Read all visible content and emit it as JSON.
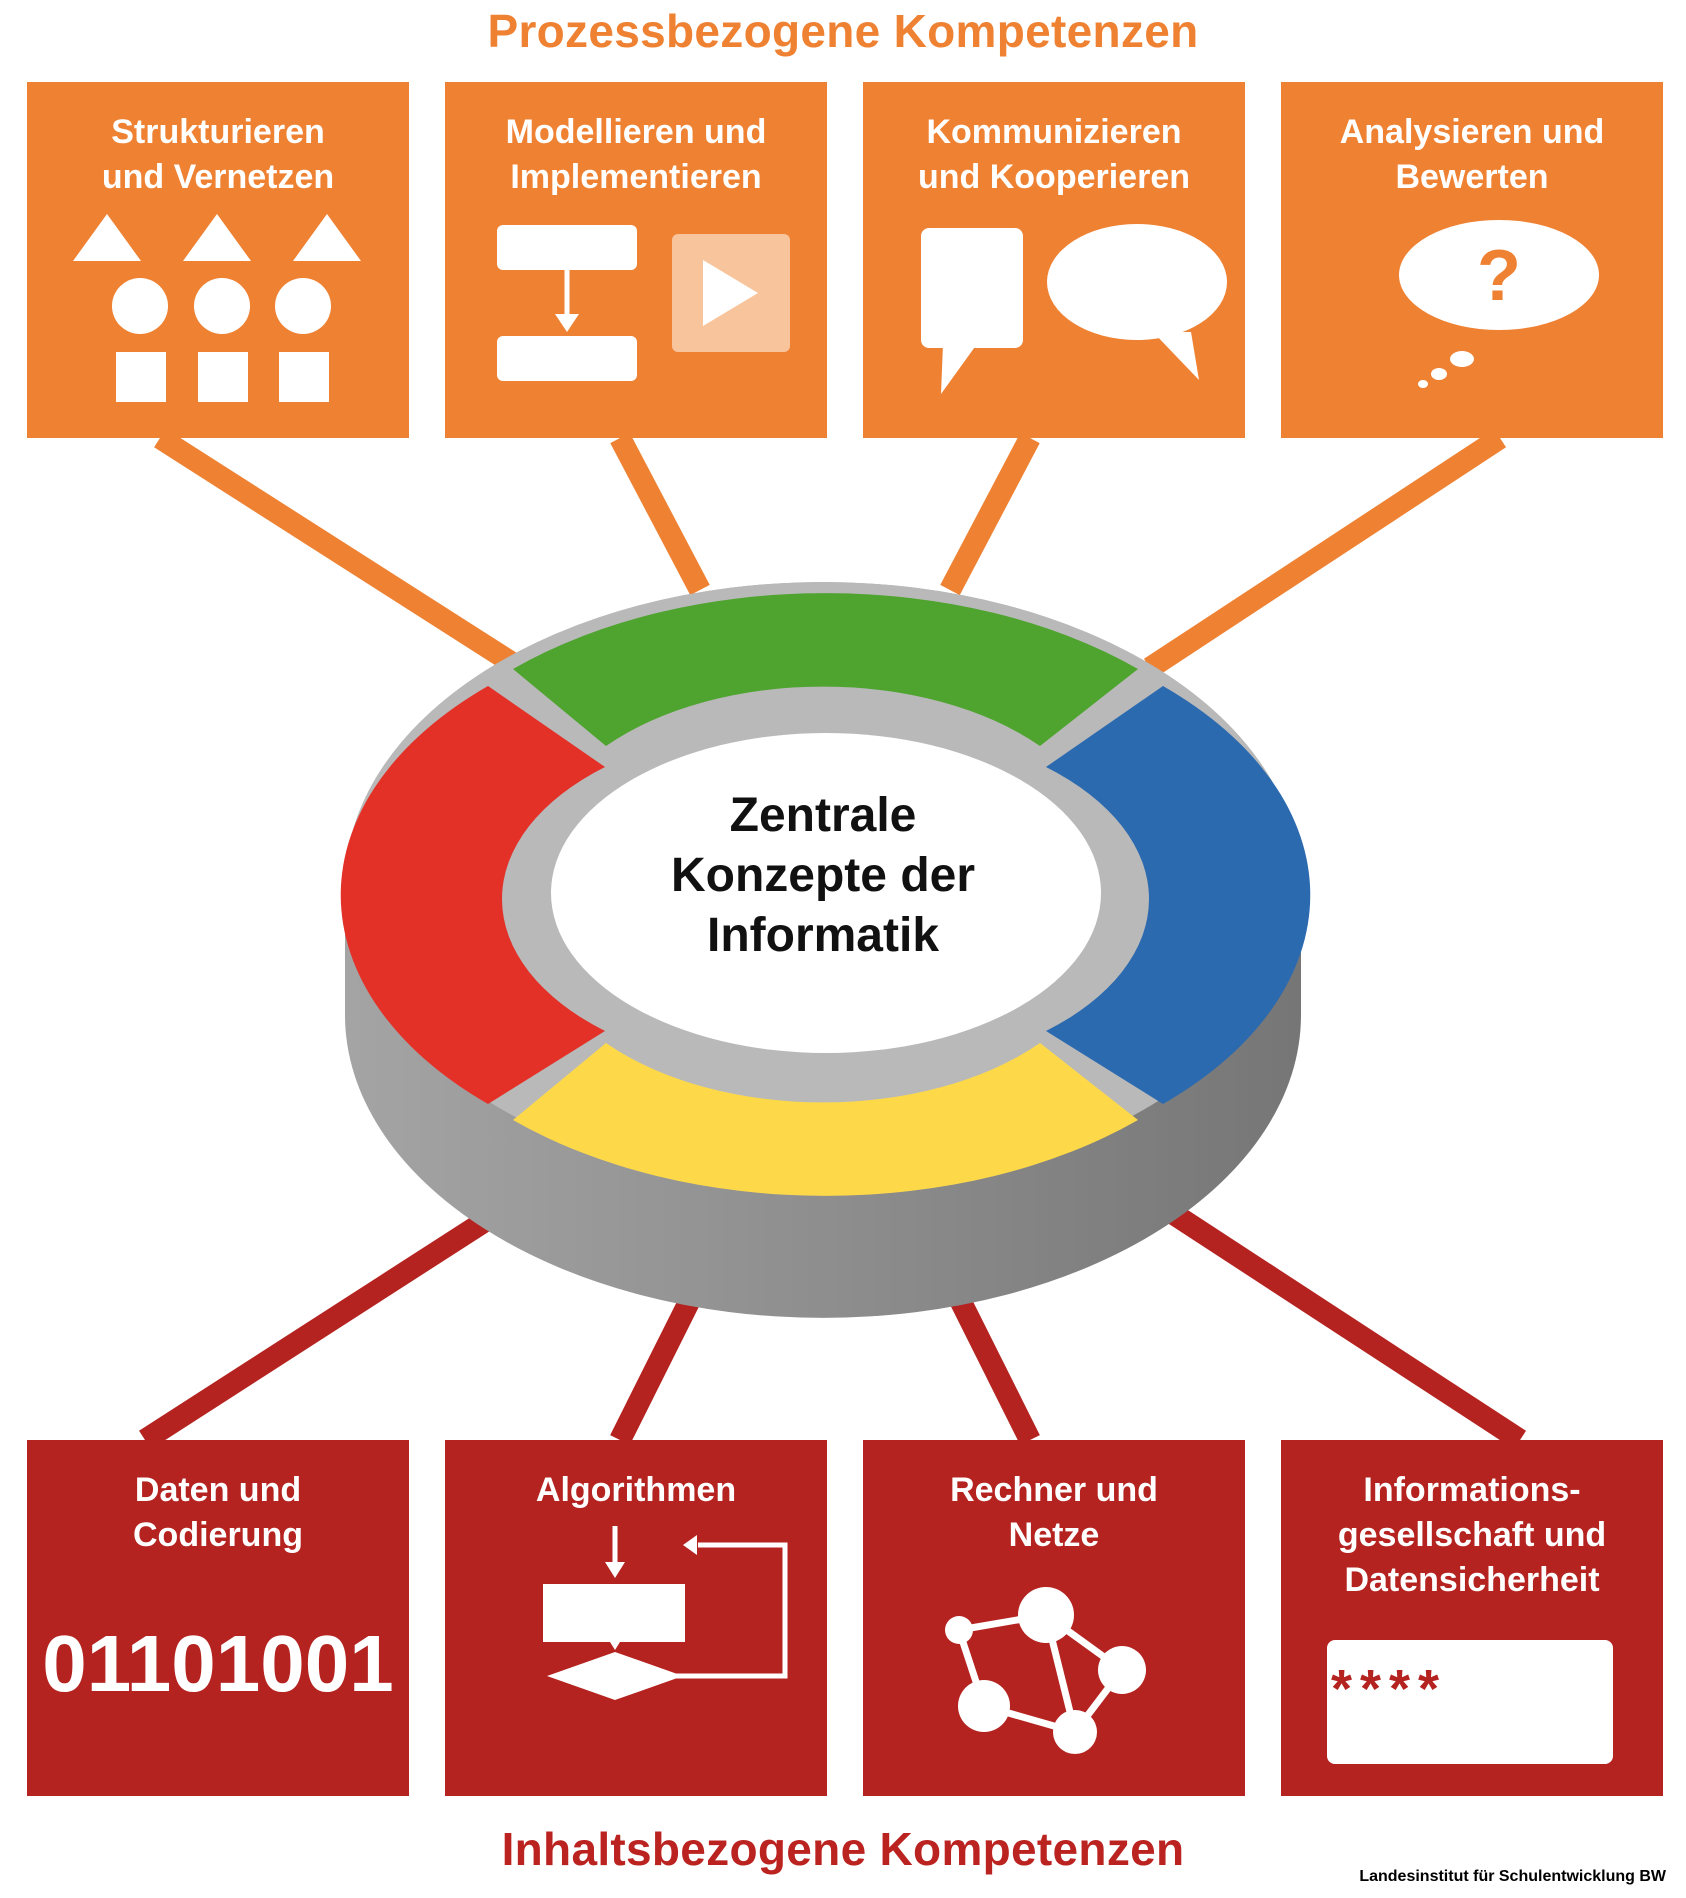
{
  "headings": {
    "top": "Prozessbezogene Kompetenzen",
    "bottom": "Inhaltsbezogene Kompetenzen"
  },
  "process_boxes": [
    {
      "label": "Strukturieren\nund Vernetzen",
      "icon": "shapes-icon"
    },
    {
      "label": "Modellieren und\nImplementieren",
      "icon": "flowchart-play-icon"
    },
    {
      "label": "Kommunizieren\nund Kooperieren",
      "icon": "speech-bubbles-icon"
    },
    {
      "label": "Analysieren und\nBewerten",
      "icon": "thought-bubble-question-icon",
      "symbol": "?"
    }
  ],
  "content_boxes": [
    {
      "label": "Daten und\nCodierung",
      "icon": "binary-icon",
      "symbol": "01101001"
    },
    {
      "label": "Algorithmen",
      "icon": "algorithm-flowchart-icon"
    },
    {
      "label": "Rechner und\nNetze",
      "icon": "network-graph-icon"
    },
    {
      "label": "Informations-\ngesellschaft und\nDatensicherheit",
      "icon": "password-field-icon",
      "symbol": "****"
    }
  ],
  "center": {
    "title": "Zentrale\nKonzepte der\nInformatik"
  },
  "credit": "Landesinstitut für Schulentwicklung BW",
  "colors": {
    "process": "#ef8132",
    "content": "#b52320",
    "ring_green": "#4ea42f",
    "ring_blue": "#2b6aaf",
    "ring_yellow": "#fdd94a",
    "ring_red": "#e33128",
    "ring_grey": "#b9b9b9"
  }
}
